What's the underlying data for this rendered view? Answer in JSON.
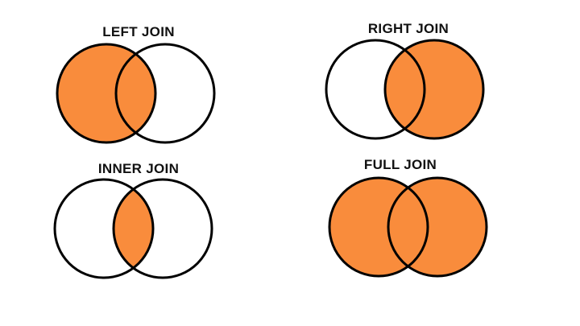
{
  "colors": {
    "background": "#ffffff",
    "join_fill": "#F98C3C",
    "circle_outline": "#000000",
    "title_text": "#111111"
  },
  "diagrams": [
    {
      "title": "LEFT JOIN",
      "filled_region": "left"
    },
    {
      "title": "RIGHT JOIN",
      "filled_region": "right"
    },
    {
      "title": "INNER JOIN",
      "filled_region": "intersection"
    },
    {
      "title": "FULL JOIN",
      "filled_region": "both"
    }
  ]
}
